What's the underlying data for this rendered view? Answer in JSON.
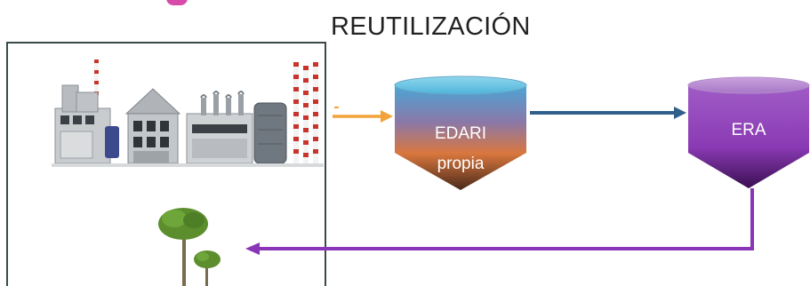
{
  "diagram": {
    "title": "REUTILIZACIÓN",
    "nodes": {
      "factory": {
        "icon": "factory-icon"
      },
      "edari": {
        "label_line1": "EDARI",
        "label_line2": "propia"
      },
      "era": {
        "label": "ERA"
      },
      "trees": {
        "icon": "tree-icon"
      }
    },
    "edges": [
      {
        "from": "factory",
        "to": "edari",
        "color": "#f2a33a"
      },
      {
        "from": "edari",
        "to": "era",
        "color": "#2f5f8a"
      },
      {
        "from": "era",
        "to": "trees",
        "color": "#8a35b8"
      }
    ]
  }
}
